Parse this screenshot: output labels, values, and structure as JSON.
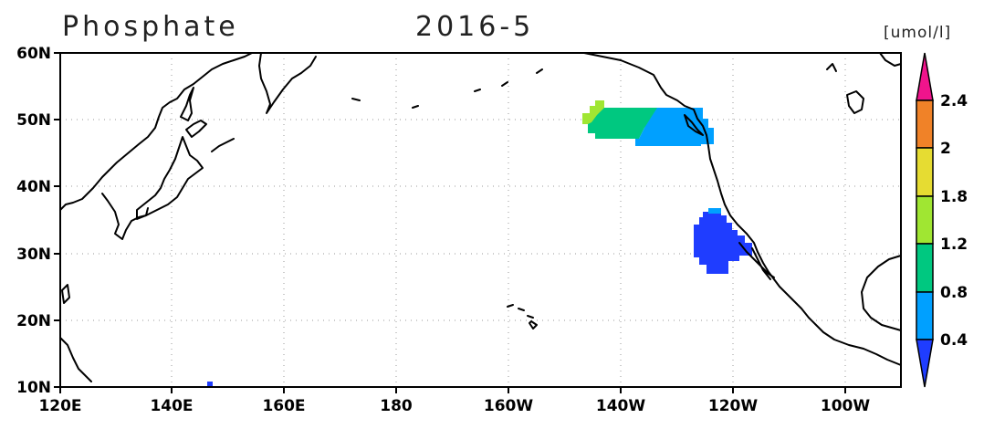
{
  "title": {
    "variable": "Phosphate",
    "date": "2016-5"
  },
  "units": "[umol/l]",
  "map": {
    "projection": "cylindrical equidistant",
    "lon_range": [
      "120E",
      "90W"
    ],
    "lat_range": [
      "10N",
      "60N"
    ],
    "lon_ticks": [
      "120E",
      "140E",
      "160E",
      "180",
      "160W",
      "140W",
      "120W",
      "100W"
    ],
    "lat_ticks": [
      "10N",
      "20N",
      "30N",
      "40N",
      "50N",
      "60N"
    ],
    "grid": "dotted"
  },
  "colorbar": {
    "labels": [
      "0.4",
      "0.8",
      "1.2",
      "1.8",
      "2",
      "2.4"
    ],
    "colors": [
      "#1f3dff",
      "#00a0ff",
      "#00c880",
      "#a0e632",
      "#e6dc32",
      "#f08228",
      "#f0148c"
    ]
  },
  "data_regions": [
    {
      "name": "gulf-of-alaska-west",
      "value_range": "1.2-1.8",
      "color": "#a0e632"
    },
    {
      "name": "gulf-of-alaska-mid",
      "value_range": "0.8-1.2",
      "color": "#00c880"
    },
    {
      "name": "gulf-of-alaska-east",
      "value_range": "0.4-0.8",
      "color": "#00a0ff"
    },
    {
      "name": "california-offshore",
      "value_range": "<0.4",
      "color": "#1f3dff"
    },
    {
      "name": "california-north-tip",
      "value_range": "0.4-0.8",
      "color": "#00a0ff"
    },
    {
      "name": "western-pacific-point",
      "value_range": "<0.4",
      "color": "#1f3dff"
    }
  ]
}
